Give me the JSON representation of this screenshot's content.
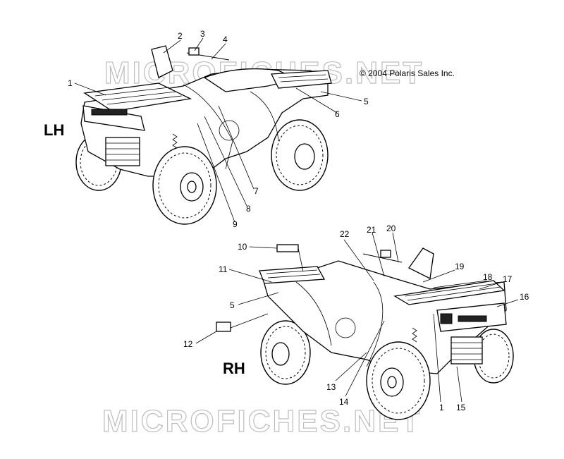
{
  "watermark": {
    "text": "MICROFICHES.NET"
  },
  "copyright": "© 2004 Polaris Sales Inc.",
  "views": {
    "left": {
      "label": "LH"
    },
    "right": {
      "label": "RH"
    }
  },
  "callouts_lh": [
    "1",
    "2",
    "3",
    "4",
    "5",
    "6",
    "7",
    "8",
    "9"
  ],
  "callouts_rh": [
    "10",
    "11",
    "5",
    "12",
    "13",
    "14",
    "1",
    "15",
    "16",
    "17",
    "18",
    "19",
    "20",
    "21",
    "22"
  ]
}
